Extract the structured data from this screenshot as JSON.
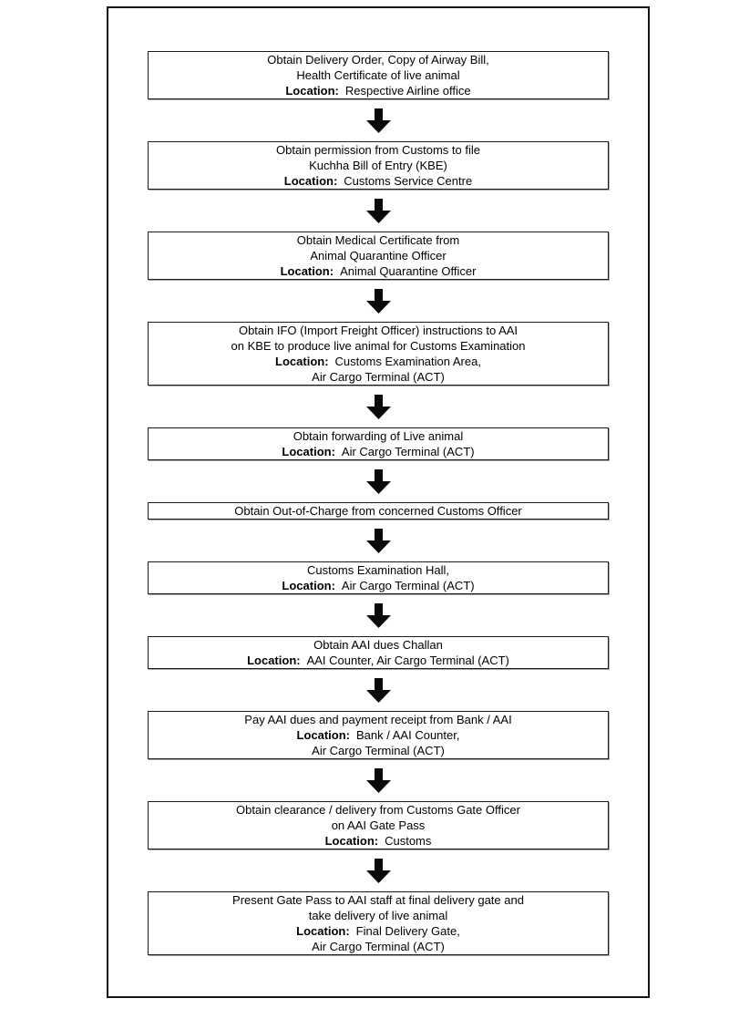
{
  "page": {
    "background_color": "#ffffff",
    "frame_border_color": "#141414",
    "box_border_color": "#1c1c1c",
    "arrow_color": "#0a0a0a",
    "text_color": "#000000"
  },
  "flowchart": {
    "location_label": "Location:",
    "arrow_icon": "down-arrow-icon",
    "steps": [
      {
        "text_lines": [
          "Obtain Delivery Order, Copy of Airway Bill,",
          "Health Certificate of live animal"
        ],
        "location_lines": [
          "Respective Airline office"
        ]
      },
      {
        "text_lines": [
          "Obtain permission from Customs to file",
          "Kuchha Bill of Entry (KBE)"
        ],
        "location_lines": [
          "Customs Service Centre"
        ]
      },
      {
        "text_lines": [
          "Obtain Medical Certificate from",
          "Animal Quarantine Officer"
        ],
        "location_lines": [
          "Animal Quarantine Officer"
        ]
      },
      {
        "text_lines": [
          "Obtain IFO (Import Freight Officer) instructions to AAI",
          "on KBE to produce live animal for Customs Examination"
        ],
        "location_lines": [
          "Customs Examination Area,",
          "Air Cargo Terminal (ACT)"
        ]
      },
      {
        "text_lines": [
          "Obtain forwarding of Live animal"
        ],
        "location_lines": [
          "Air Cargo Terminal (ACT)"
        ]
      },
      {
        "text_lines": [
          "Obtain Out-of-Charge from concerned Customs Officer"
        ],
        "location_lines": []
      },
      {
        "text_lines": [
          "Customs Examination Hall,"
        ],
        "location_lines": [
          "Air Cargo Terminal (ACT)"
        ]
      },
      {
        "text_lines": [
          "Obtain AAI dues Challan"
        ],
        "location_lines": [
          "AAI Counter, Air Cargo Terminal (ACT)"
        ]
      },
      {
        "text_lines": [
          "Pay AAI dues and payment receipt from Bank / AAI"
        ],
        "location_lines": [
          "Bank / AAI Counter,",
          "Air Cargo Terminal (ACT)"
        ]
      },
      {
        "text_lines": [
          "Obtain clearance / delivery from Customs Gate Officer",
          "on AAI Gate Pass"
        ],
        "location_lines": [
          "Customs"
        ]
      },
      {
        "text_lines": [
          "Present Gate Pass to AAI staff at final delivery gate and",
          "take delivery of live animal"
        ],
        "location_lines": [
          "Final Delivery Gate,",
          "Air Cargo Terminal (ACT)"
        ]
      }
    ]
  }
}
